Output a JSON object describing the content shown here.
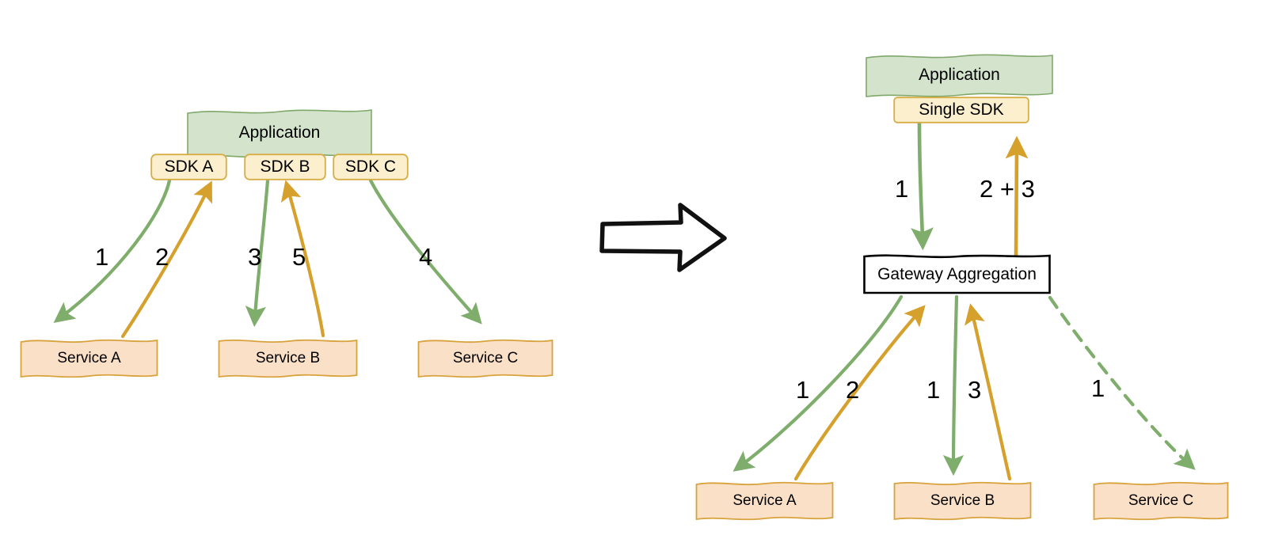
{
  "diagram": {
    "title_left": "",
    "title_right": "",
    "transition_icon": "right-arrow-icon",
    "colors": {
      "application_fill": "#d3e3cc",
      "application_stroke": "#7fa86a",
      "sdk_fill": "#fbefcd",
      "sdk_stroke": "#d7ad46",
      "service_fill": "#fbe0c8",
      "service_stroke": "#d8a23c",
      "gateway_fill": "#ffffff",
      "gateway_stroke": "#000000",
      "flow_green": "#7fad6c",
      "flow_orange": "#d6a02c",
      "text": "#000000"
    },
    "left": {
      "application": {
        "label": "Application"
      },
      "sdks": [
        {
          "label": "SDK A"
        },
        {
          "label": "SDK B"
        },
        {
          "label": "SDK C"
        }
      ],
      "services": [
        {
          "label": "Service A"
        },
        {
          "label": "Service B"
        },
        {
          "label": "Service C"
        }
      ],
      "flows": [
        {
          "id": "f1",
          "label": "1",
          "from": "SDK A",
          "to": "Service A",
          "color": "green",
          "direction": "down"
        },
        {
          "id": "f2",
          "label": "2",
          "from": "Service A",
          "to": "SDK A",
          "color": "orange",
          "direction": "up"
        },
        {
          "id": "f3",
          "label": "3",
          "from": "SDK B",
          "to": "Service B",
          "color": "green",
          "direction": "down"
        },
        {
          "id": "f5",
          "label": "5",
          "from": "Service B",
          "to": "SDK B",
          "color": "orange",
          "direction": "up"
        },
        {
          "id": "f4",
          "label": "4",
          "from": "SDK C",
          "to": "Service C",
          "color": "green",
          "direction": "down"
        }
      ]
    },
    "right": {
      "application": {
        "label": "Application"
      },
      "sdk": {
        "label": "Single SDK"
      },
      "gateway": {
        "label": "Gateway Aggregation"
      },
      "services": [
        {
          "label": "Service A"
        },
        {
          "label": "Service B"
        },
        {
          "label": "Service C"
        }
      ],
      "flows": [
        {
          "id": "r1",
          "label": "1",
          "from": "Single SDK",
          "to": "Gateway Aggregation",
          "color": "green",
          "direction": "down"
        },
        {
          "id": "r23",
          "label": "2 + 3",
          "from": "Gateway Aggregation",
          "to": "Single SDK",
          "color": "orange",
          "direction": "up"
        },
        {
          "id": "ra1",
          "label": "1",
          "from": "Gateway Aggregation",
          "to": "Service A",
          "color": "green",
          "direction": "down"
        },
        {
          "id": "ra2",
          "label": "2",
          "from": "Service A",
          "to": "Gateway Aggregation",
          "color": "orange",
          "direction": "up"
        },
        {
          "id": "rb1",
          "label": "1",
          "from": "Gateway Aggregation",
          "to": "Service B",
          "color": "green",
          "direction": "down"
        },
        {
          "id": "rb3",
          "label": "3",
          "from": "Service B",
          "to": "Gateway Aggregation",
          "color": "orange",
          "direction": "up"
        },
        {
          "id": "rc1",
          "label": "1",
          "from": "Gateway Aggregation",
          "to": "Service C",
          "color": "green",
          "direction": "down",
          "style": "dashed"
        }
      ]
    }
  }
}
